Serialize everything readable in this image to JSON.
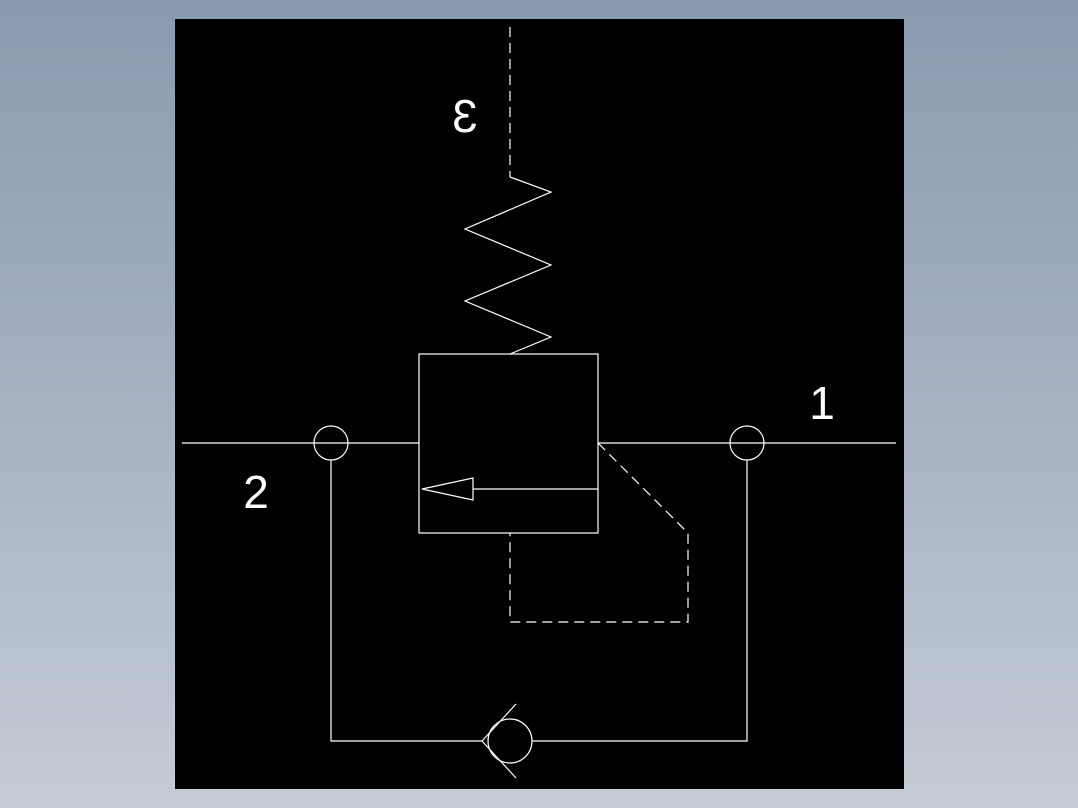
{
  "diagram": {
    "ports": {
      "port_1": "1",
      "port_2": "2",
      "port_3": "3"
    },
    "colors": {
      "background": "#8a9aae",
      "canvas": "#000000",
      "line": "#ffffff"
    }
  }
}
